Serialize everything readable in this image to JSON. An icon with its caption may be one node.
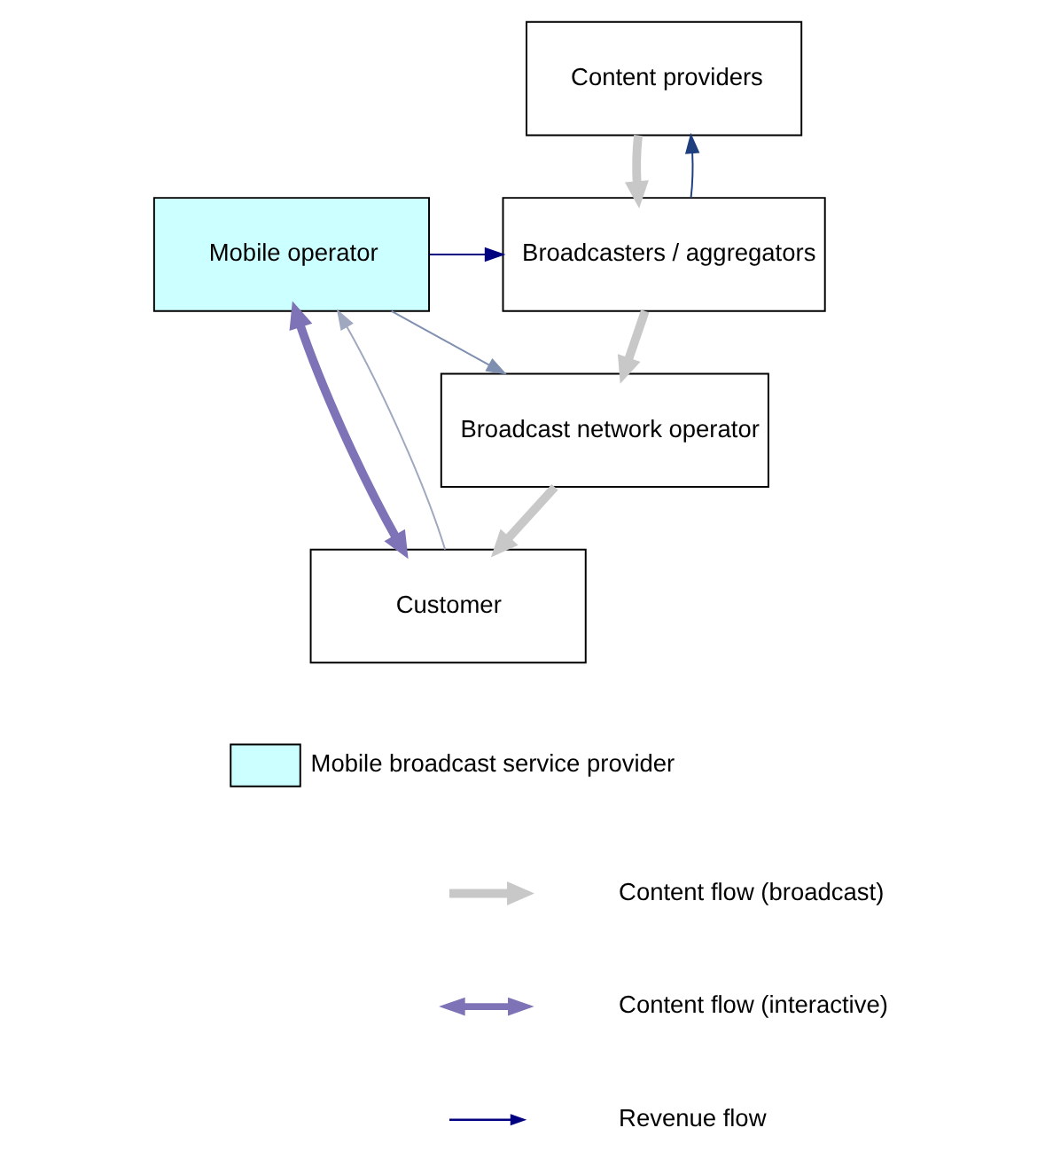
{
  "diagram": {
    "nodes": [
      {
        "text": [
          "Content providers"
        ]
      },
      {
        "text": [
          "Mobile operator"
        ]
      },
      {
        "text": [
          "Broadcasters / aggregators"
        ]
      },
      {
        "text": [
          "Broadcast network operator"
        ]
      },
      {
        "text": [
          "Customer"
        ]
      }
    ],
    "edges": [
      {
        "from": 0,
        "to": 2,
        "arrow": "to",
        "style": "thick",
        "color": "#c8c8c8"
      },
      {
        "from": 2,
        "to": 3,
        "arrow": "to",
        "style": "thick",
        "color": "#c8c8c8"
      },
      {
        "from": 3,
        "to": 4,
        "arrow": "to",
        "style": "thick",
        "color": "#c8c8c8"
      },
      {
        "from": 2,
        "to": 0,
        "arrow": "to",
        "color": "#1f3f7f"
      },
      {
        "from": 1,
        "to": 2,
        "arrow": "to",
        "color": "#000080"
      },
      {
        "from": 1,
        "to": 3,
        "arrow": "to",
        "color": "#7f8fb0"
      },
      {
        "from": 4,
        "to": 1,
        "arrow": "to",
        "color": "#a0a8c0"
      },
      {
        "from": 1,
        "to": 4,
        "arrow": "both",
        "style": "thick",
        "color": "#7f73b8"
      }
    ],
    "legend": [
      {
        "text": "Mobile broadcast service provider",
        "color": "#ccffff"
      },
      {
        "text": "Content flow (broadcast)"
      },
      {
        "text": "Content flow (interactive)"
      },
      {
        "text": "Revenue flow"
      }
    ]
  }
}
